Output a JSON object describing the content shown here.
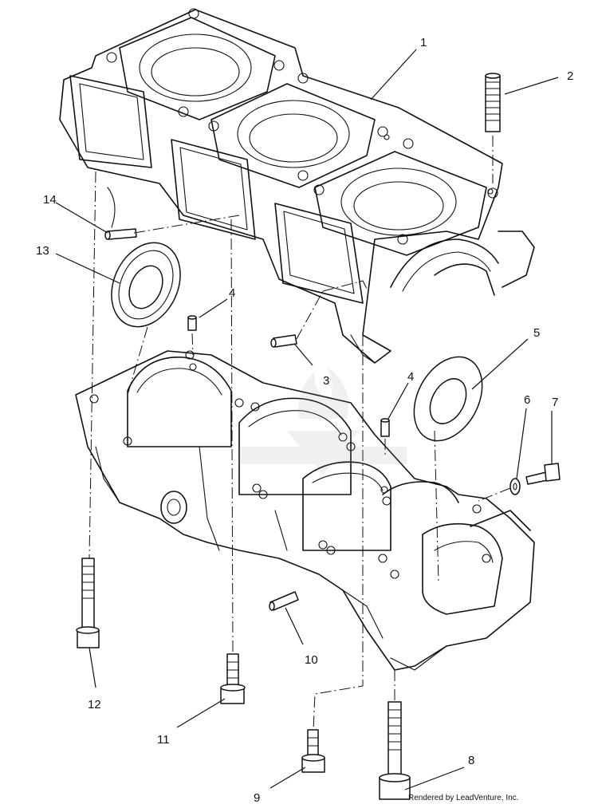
{
  "diagram": {
    "callouts": [
      {
        "id": "1",
        "label": "1"
      },
      {
        "id": "2",
        "label": "2"
      },
      {
        "id": "3",
        "label": "3"
      },
      {
        "id": "4a",
        "label": "4"
      },
      {
        "id": "4b",
        "label": "4"
      },
      {
        "id": "5",
        "label": "5"
      },
      {
        "id": "6",
        "label": "6"
      },
      {
        "id": "7",
        "label": "7"
      },
      {
        "id": "8",
        "label": "8"
      },
      {
        "id": "9",
        "label": "9"
      },
      {
        "id": "10",
        "label": "10"
      },
      {
        "id": "11",
        "label": "11"
      },
      {
        "id": "12",
        "label": "12"
      },
      {
        "id": "13",
        "label": "13"
      },
      {
        "id": "14",
        "label": "14"
      }
    ],
    "credit": "Rendered by LeadVenture, Inc."
  }
}
